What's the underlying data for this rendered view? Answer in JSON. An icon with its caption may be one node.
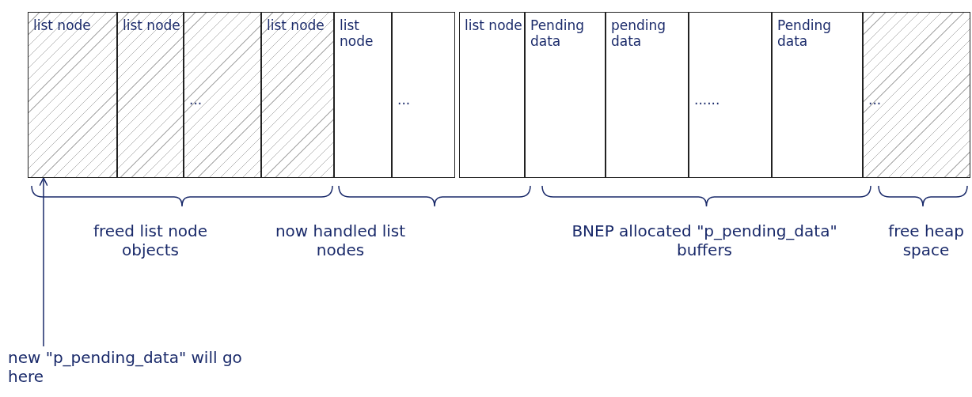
{
  "diagram": {
    "nodes": [
      {
        "text": [
          "list node"
        ]
      },
      {
        "text": [
          "list node"
        ]
      },
      {
        "text": [
          "..."
        ]
      },
      {
        "text": [
          "list node"
        ]
      },
      {
        "text": [
          "list node"
        ]
      },
      {
        "text": [
          "..."
        ]
      },
      {
        "text": [
          "list node"
        ]
      },
      {
        "text": [
          "Pending data"
        ]
      },
      {
        "text": [
          "pending data"
        ]
      },
      {
        "text": [
          "......"
        ]
      },
      {
        "text": [
          "Pending data"
        ]
      },
      {
        "text": [
          "..."
        ]
      },
      {
        "text": [
          "new \"p_pending_data\" will go here"
        ]
      }
    ],
    "edges": [
      {
        "from": 12,
        "to": 0,
        "arrow": "to"
      }
    ],
    "labels": [
      "freed list node objects",
      "now handled list nodes",
      "BNEP allocated \"p_pending_data\" buffers",
      "free heap space"
    ]
  }
}
